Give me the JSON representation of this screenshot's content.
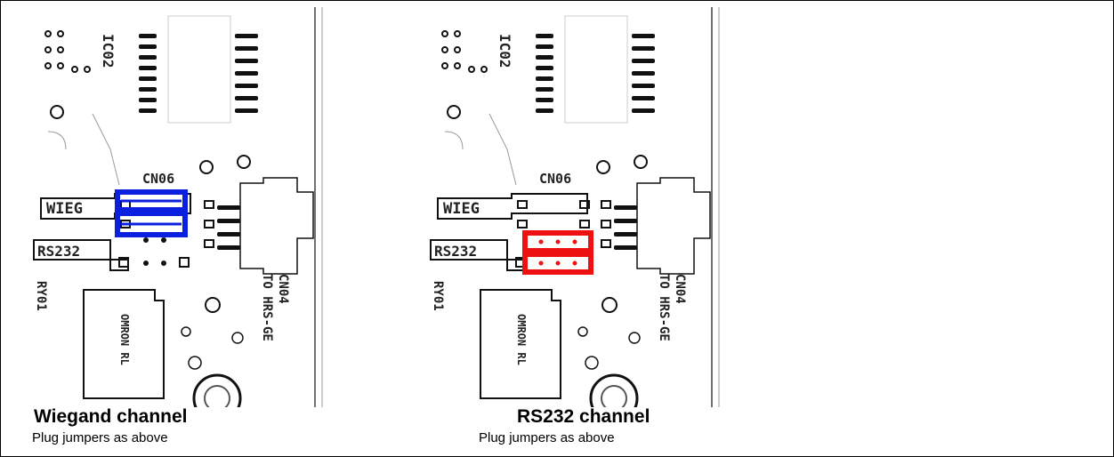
{
  "panels": [
    {
      "title": "Wiegand channel",
      "subtitle": "Plug jumpers as above",
      "highlight_color": "#0a1fe0",
      "labels": {
        "ic": "IC02",
        "cn06": "CN06",
        "wieg": "WIEG",
        "rs232": "RS232",
        "ry": "RY01",
        "cn04": "CN04",
        "to": "TO HRS-GE",
        "relay": "OMRON RL"
      }
    },
    {
      "title": "RS232 channel",
      "subtitle": "Plug jumpers as above",
      "highlight_color": "#ee1111",
      "labels": {
        "ic": "IC02",
        "cn06": "CN06",
        "wieg": "WIEG",
        "rs232": "RS232",
        "ry": "RY01",
        "cn04": "CN04",
        "to": "TO HRS-GE",
        "relay": "OMRON RL"
      }
    }
  ]
}
